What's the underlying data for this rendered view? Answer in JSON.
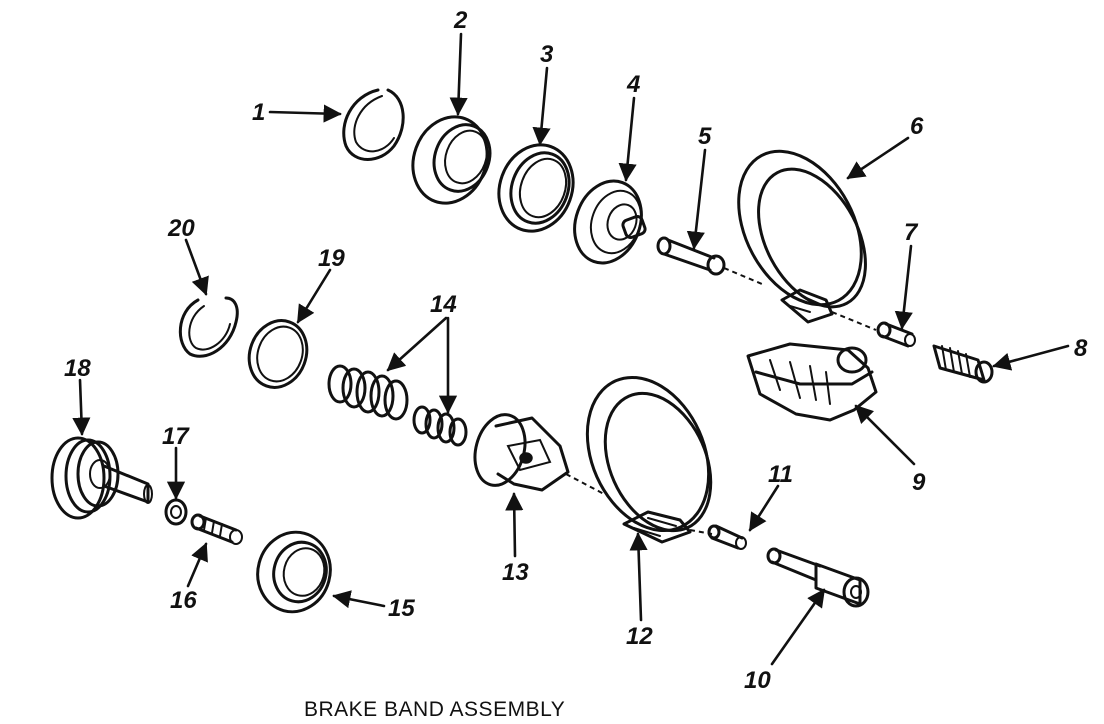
{
  "diagram": {
    "caption": "BRAKE BAND ASSEMBLY",
    "callouts": [
      "1",
      "2",
      "3",
      "4",
      "5",
      "6",
      "7",
      "8",
      "9",
      "10",
      "11",
      "12",
      "13",
      "14",
      "15",
      "16",
      "17",
      "18",
      "19",
      "20"
    ]
  },
  "colors": {
    "ink": "#111111",
    "background": "#ffffff"
  }
}
